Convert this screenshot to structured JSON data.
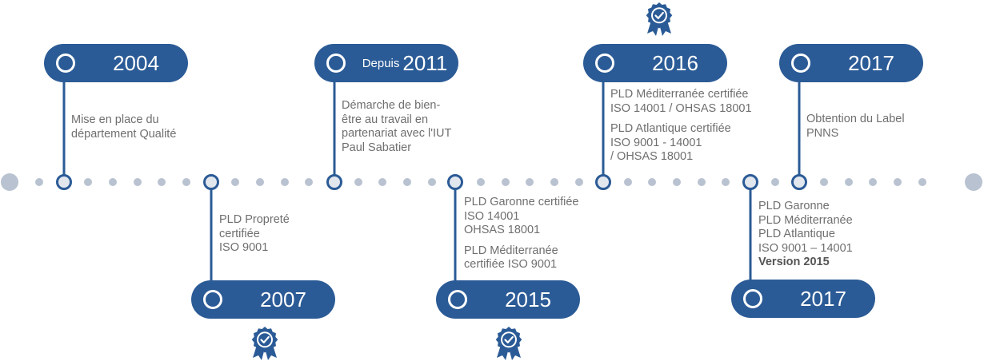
{
  "colors": {
    "primary": "#2b5b96",
    "dots": "#b9c2d0",
    "text": "#6f6f6f"
  },
  "milestones": [
    {
      "prefix": "",
      "year": "2004",
      "description": [
        "Mise en place du",
        "département Qualité"
      ]
    },
    {
      "prefix": "",
      "year": "2007",
      "description": [
        "PLD Propreté",
        "certifiée",
        "ISO 9001"
      ],
      "badge_icon": "certification-badge-icon"
    },
    {
      "prefix": "Depuis",
      "year": "2011",
      "description": [
        "Démarche de bien-",
        "être au travail en",
        "partenariat avec l'IUT",
        "Paul Sabatier"
      ]
    },
    {
      "prefix": "",
      "year": "2015",
      "description": [
        "PLD Garonne certifiée",
        "ISO 14001",
        "OHSAS 18001",
        "",
        "PLD Méditerranée",
        "certifiée ISO 9001"
      ],
      "badge_icon": "certification-badge-icon"
    },
    {
      "prefix": "",
      "year": "2016",
      "description": [
        "PLD Méditerranée certifiée",
        "ISO 14001 / OHSAS 18001",
        "",
        "PLD Atlantique certifiée",
        "ISO 9001 - 14001",
        "/ OHSAS 18001"
      ],
      "badge_icon": "certification-badge-icon"
    },
    {
      "prefix": "",
      "year": "2017",
      "description": [
        "PLD Garonne",
        "PLD Méditerranée",
        "PLD Atlantique",
        "ISO 9001 – 14001"
      ],
      "description_bold": "Version 2015"
    },
    {
      "prefix": "",
      "year": "2017",
      "description": [
        "Obtention du Label",
        "PNNS"
      ]
    }
  ]
}
